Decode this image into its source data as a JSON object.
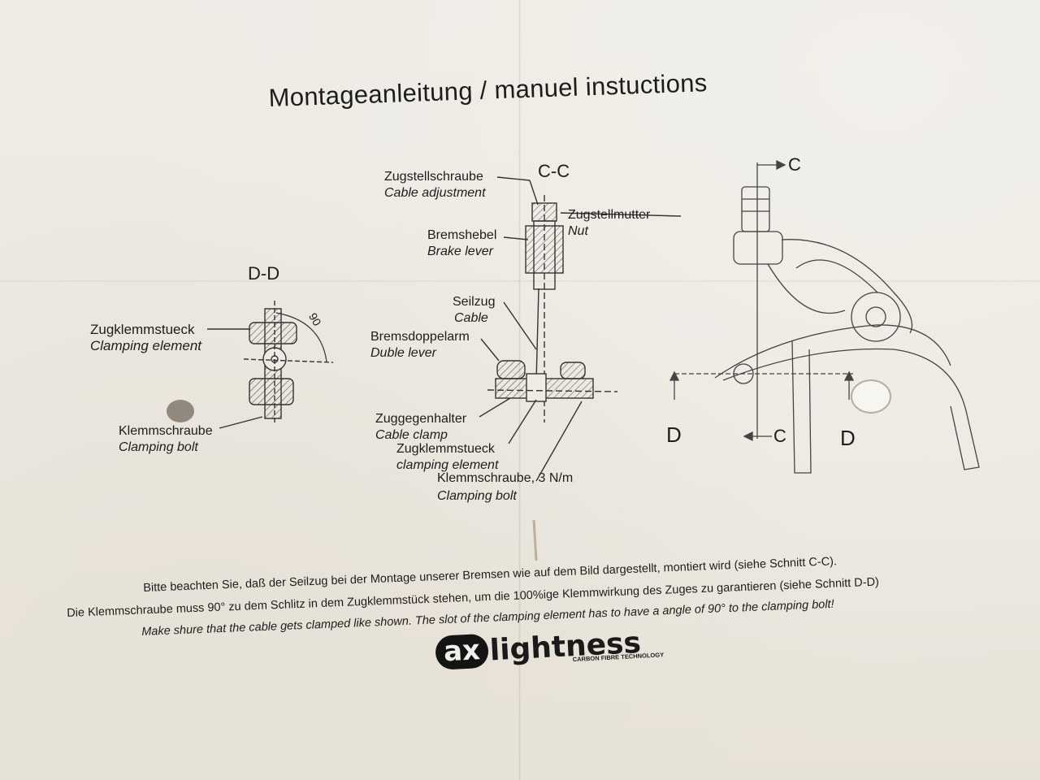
{
  "title": "Montageanleitung / manuel instuctions",
  "sections": {
    "dd": "D-D",
    "cc": "C-C",
    "c_top": "C",
    "c_bottom": "C",
    "d_left": "D",
    "d_right": "D",
    "angle": "90"
  },
  "labels": {
    "zugstellschraube": {
      "de": "Zugstellschraube",
      "en": "Cable adjustment"
    },
    "zugstellmutter": {
      "de": "Zugstellmutter",
      "en": "Nut"
    },
    "bremshebel": {
      "de": "Bremshebel",
      "en": "Brake lever"
    },
    "seilzug": {
      "de": "Seilzug",
      "en": "Cable"
    },
    "bremsdoppelarm": {
      "de": "Bremsdoppelarm",
      "en": "Duble lever"
    },
    "zuggegenhalter": {
      "de": "Zuggegenhalter",
      "en": "Cable clamp"
    },
    "zugklemmstueck_cc": {
      "de": "Zugklemmstueck",
      "en": "clamping element"
    },
    "klemmschraube_cc": {
      "de": "Klemmschraube, 3 N/m",
      "en": "Clamping bolt"
    },
    "zugklemmstueck_dd": {
      "de": "Zugklemmstueck",
      "en": "Clamping element"
    },
    "klemmschraube_dd": {
      "de": "Klemmschraube",
      "en": "Clamping bolt"
    }
  },
  "footer": {
    "line1": "Bitte beachten Sie, daß der Seilzug bei der Montage unserer Bremsen wie auf dem Bild dargestellt, montiert wird (siehe Schnitt C-C).",
    "line2": "Die Klemmschraube muss 90° zu dem Schlitz in dem Zugklemmstück stehen, um die 100%ige Klemmwirkung des Zuges zu garantieren (siehe Schnitt D-D)",
    "line3": "Make shure that the cable gets clamped like shown. The slot of the clamping element has to have a angle of 90° to the clamping bolt!"
  },
  "logo": {
    "mark": "ax",
    "word": "lightness",
    "tagline": "CARBON FIBRE TECHNOLOGY"
  }
}
